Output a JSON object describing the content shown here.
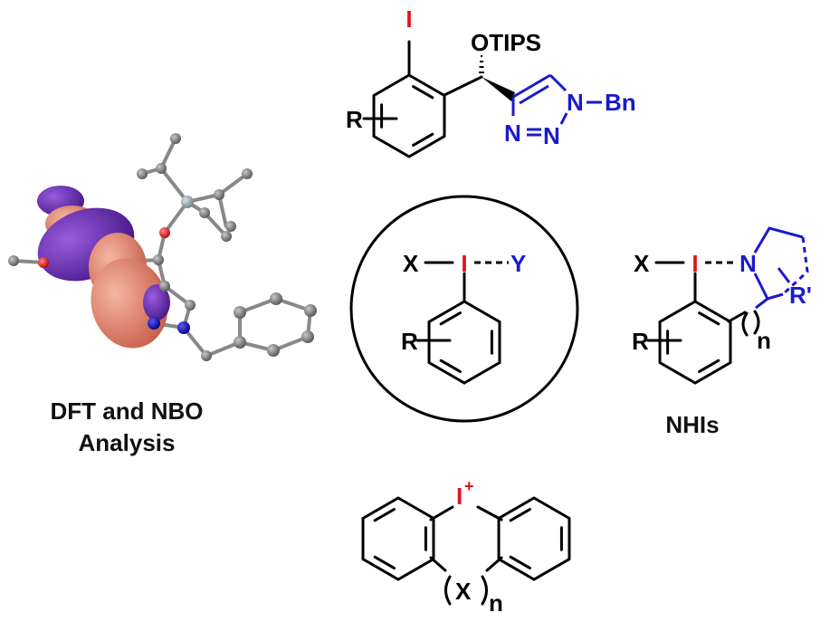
{
  "colors": {
    "iodine": "#e0141c",
    "nitrogen": "#1a1acc",
    "bond": "#000000",
    "orbital_positive": "#e0826c",
    "orbital_negative": "#6a2bb0"
  },
  "top_structure": {
    "iodine": "I",
    "otips": "OTIPS",
    "r": "R",
    "n1": "N",
    "bn": "Bn",
    "n2": "N",
    "n3": "N"
  },
  "center_motif": {
    "x": "X",
    "iodine": "I",
    "y": "Y",
    "r": "R"
  },
  "nhi": {
    "x": "X",
    "iodine": "I",
    "n": "N",
    "r": "R",
    "r_prime": "R'",
    "n_sub": "n",
    "caption": "NHIs"
  },
  "bottom_structure": {
    "iodine": "I",
    "charge": "+",
    "x": "X",
    "n_sub": "n"
  },
  "dft": {
    "caption_line1": "DFT and NBO",
    "caption_line2": "Analysis"
  }
}
